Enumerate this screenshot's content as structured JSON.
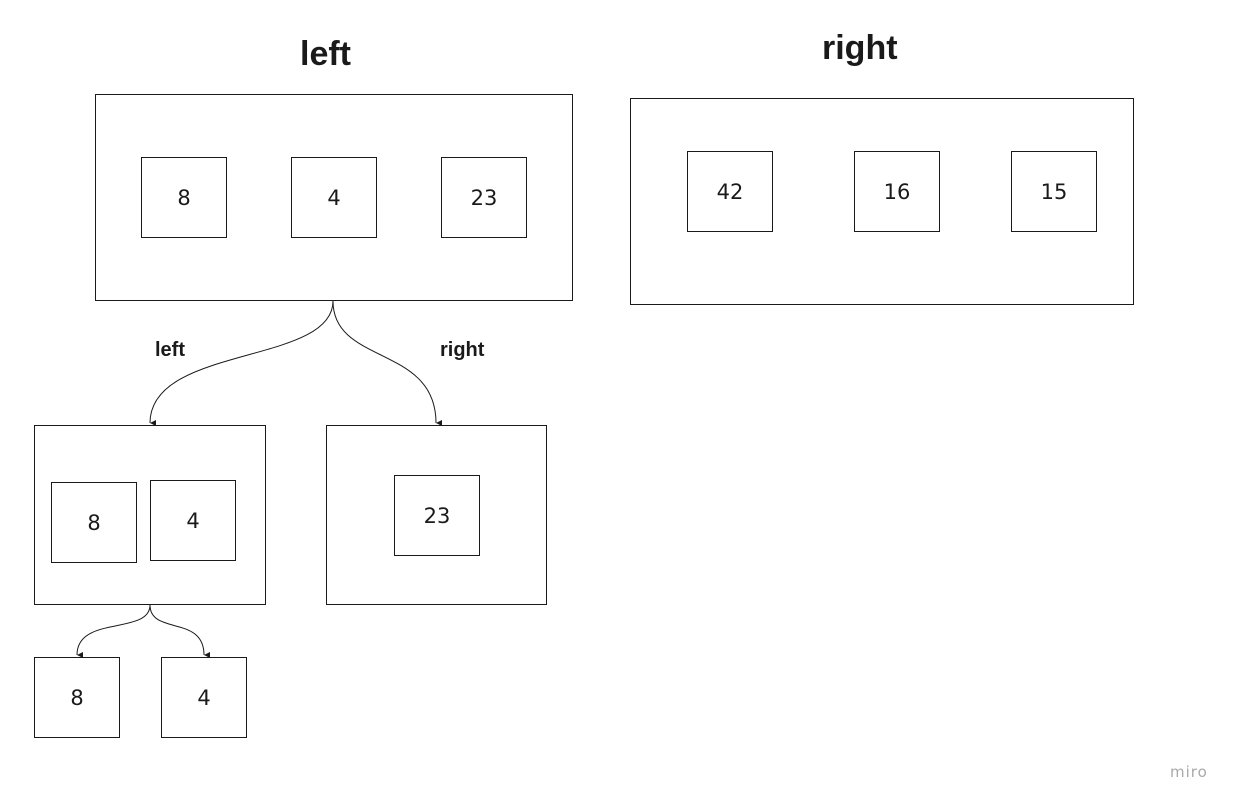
{
  "headings": {
    "left": "left",
    "right": "right"
  },
  "top_left_array": [
    "8",
    "4",
    "23"
  ],
  "top_right_array": [
    "42",
    "16",
    "15"
  ],
  "edge_labels": {
    "left": "left",
    "right": "right"
  },
  "level1_left_array": [
    "8",
    "4"
  ],
  "level1_right_array": [
    "23"
  ],
  "level2_arrays": [
    "8",
    "4"
  ],
  "watermark": "miro",
  "colors": {
    "stroke": "#1a1a1a",
    "background": "#ffffff",
    "watermark": "#a9a9a9"
  }
}
